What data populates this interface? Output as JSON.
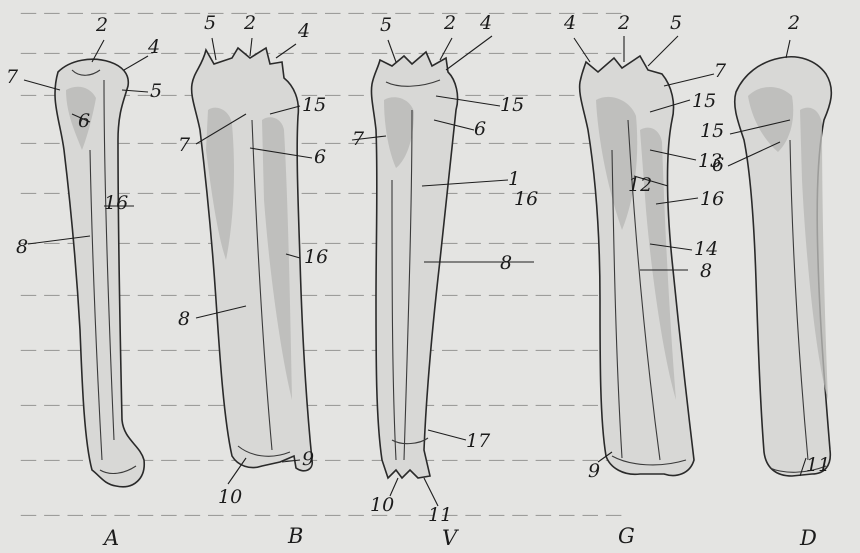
{
  "figure": {
    "panels": [
      {
        "id": "A",
        "label": "A",
        "callouts": [
          "2",
          "4",
          "5",
          "6",
          "7",
          "16",
          "8"
        ]
      },
      {
        "id": "B",
        "label": "B",
        "callouts": [
          "5",
          "2",
          "4",
          "15",
          "7",
          "6",
          "16",
          "8",
          "9",
          "10"
        ]
      },
      {
        "id": "V",
        "label": "V",
        "callouts": [
          "5",
          "2",
          "4",
          "15",
          "7",
          "6",
          "1",
          "16",
          "8",
          "17",
          "10",
          "11"
        ]
      },
      {
        "id": "G",
        "label": "G",
        "callouts": [
          "4",
          "2",
          "5",
          "7",
          "15",
          "13",
          "12",
          "16",
          "14",
          "8",
          "9"
        ]
      },
      {
        "id": "D",
        "label": "D",
        "callouts": [
          "2",
          "15",
          "6",
          "11"
        ]
      }
    ],
    "icon": "bone-illustration-icon"
  }
}
